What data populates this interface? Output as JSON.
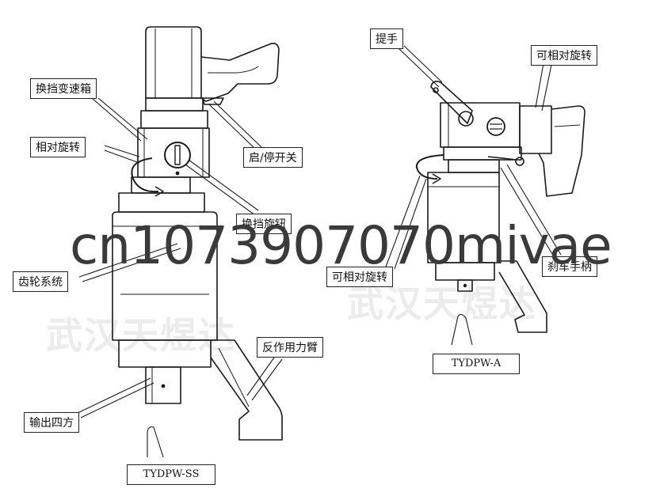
{
  "labels": {
    "gearbox_shift": "换挡变速箱",
    "relative_rotation_left": "相对旋转",
    "start_stop_switch": "启/停开关",
    "shift_knob": "换挡旋钮",
    "gear_system": "齿轮系统",
    "reaction_arm": "反作用力臂",
    "output_square": "输出四方",
    "handle": "提手",
    "rotatable_right_top": "可相对旋转",
    "rotatable_right_bottom": "可相对旋转",
    "brake_handle": "刹车手柄"
  },
  "models": {
    "left": "TYDPW-SS",
    "right": "TYDPW-A"
  },
  "watermark": {
    "company_left": "武汉天煜达",
    "company_right": "武汉天煜达",
    "code": "cn1073907070mivae"
  },
  "colors": {
    "line": "#1a1a1a",
    "watermark": "#ececec",
    "overlay_text": "#3a3a3a"
  }
}
